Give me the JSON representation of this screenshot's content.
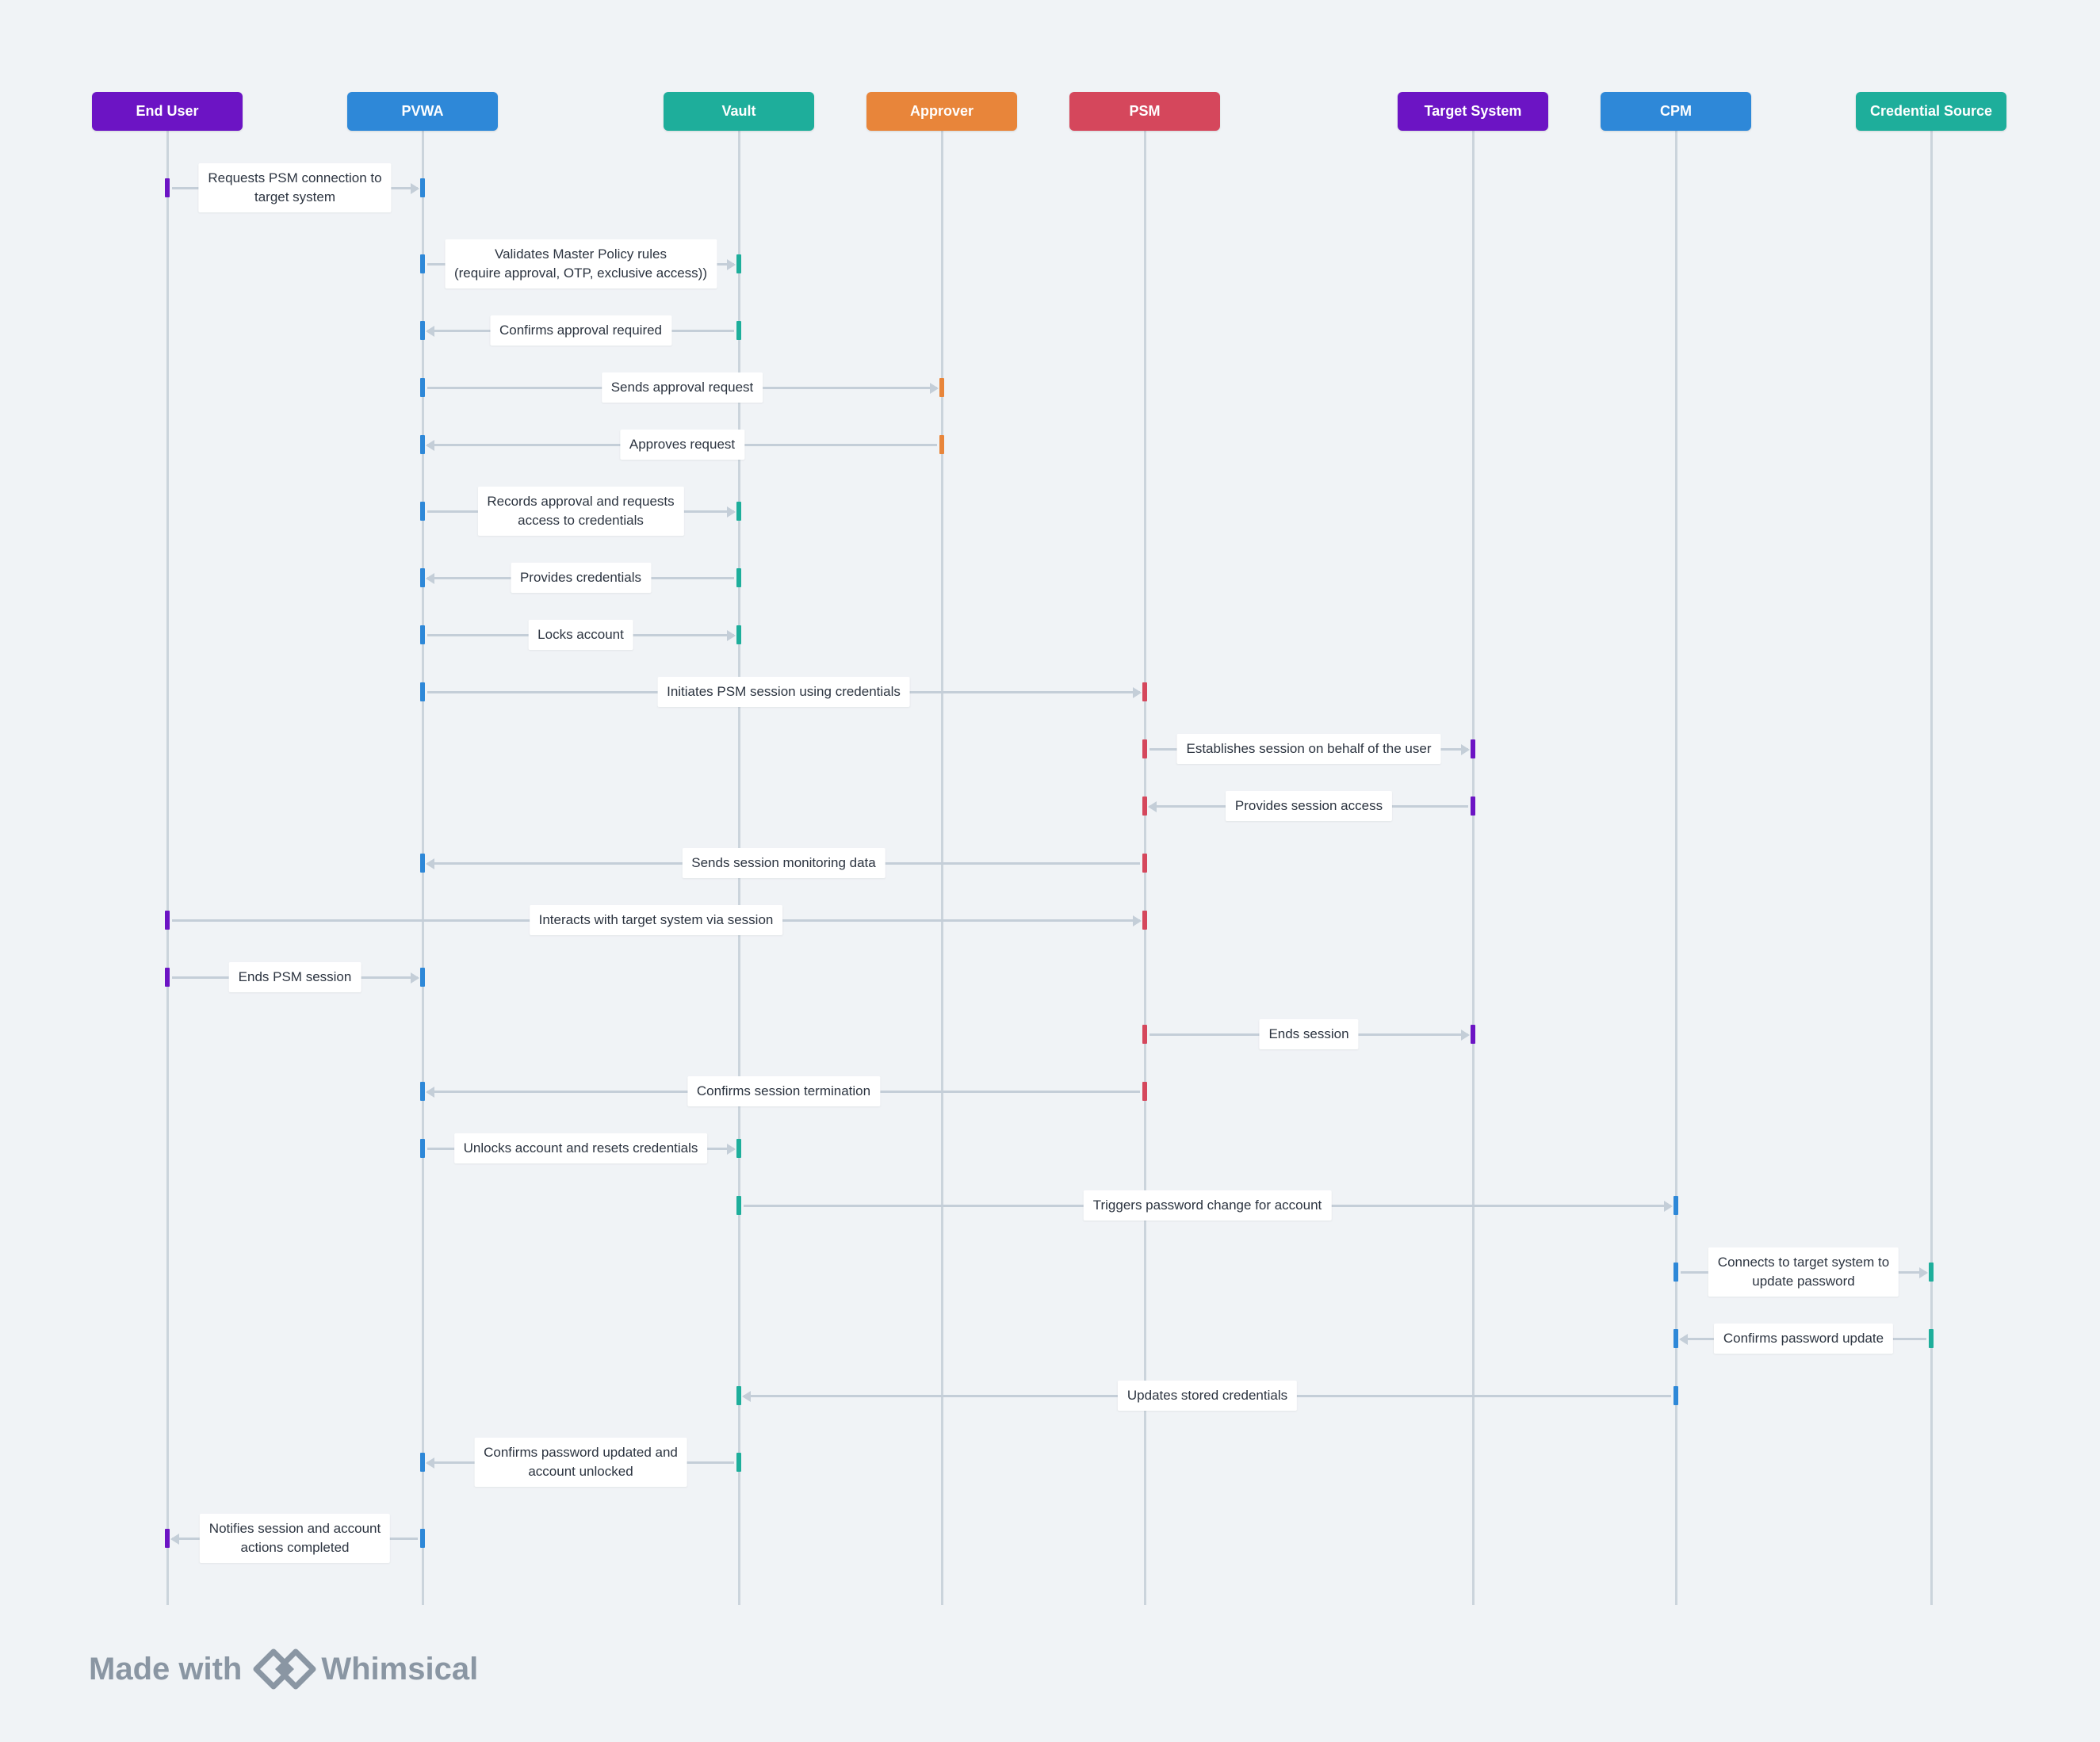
{
  "actors": [
    {
      "name": "End User",
      "color": "#6c14c4"
    },
    {
      "name": "PVWA",
      "color": "#2e88d8"
    },
    {
      "name": "Vault",
      "color": "#1eae9b"
    },
    {
      "name": "Approver",
      "color": "#e8853a"
    },
    {
      "name": "PSM",
      "color": "#d5475c"
    },
    {
      "name": "Target System",
      "color": "#6c14c4"
    },
    {
      "name": "CPM",
      "color": "#2e88d8"
    },
    {
      "name": "Credential Source",
      "color": "#1eae9b"
    }
  ],
  "messages": [
    {
      "from": 0,
      "to": 1,
      "text": "Requests PSM connection to\ntarget system"
    },
    {
      "from": 1,
      "to": 2,
      "text": "Validates Master Policy rules\n(require approval, OTP, exclusive access))"
    },
    {
      "from": 2,
      "to": 1,
      "text": "Confirms approval required"
    },
    {
      "from": 1,
      "to": 3,
      "text": "Sends approval request"
    },
    {
      "from": 3,
      "to": 1,
      "text": "Approves request"
    },
    {
      "from": 1,
      "to": 2,
      "text": "Records approval and requests\naccess to credentials"
    },
    {
      "from": 2,
      "to": 1,
      "text": "Provides credentials"
    },
    {
      "from": 1,
      "to": 2,
      "text": "Locks account"
    },
    {
      "from": 1,
      "to": 4,
      "text": "Initiates PSM session using credentials"
    },
    {
      "from": 4,
      "to": 5,
      "text": "Establishes session on behalf of the user"
    },
    {
      "from": 5,
      "to": 4,
      "text": "Provides session access"
    },
    {
      "from": 4,
      "to": 1,
      "text": "Sends session monitoring data"
    },
    {
      "from": 0,
      "to": 4,
      "text": "Interacts with target system via session"
    },
    {
      "from": 0,
      "to": 1,
      "text": "Ends PSM session"
    },
    {
      "from": 4,
      "to": 5,
      "text": "Ends session"
    },
    {
      "from": 4,
      "to": 1,
      "text": "Confirms session termination"
    },
    {
      "from": 1,
      "to": 2,
      "text": "Unlocks account and resets credentials"
    },
    {
      "from": 2,
      "to": 6,
      "text": "Triggers password change for account"
    },
    {
      "from": 6,
      "to": 7,
      "text": "Connects to target system to\nupdate password"
    },
    {
      "from": 7,
      "to": 6,
      "text": "Confirms password update"
    },
    {
      "from": 6,
      "to": 2,
      "text": "Updates stored credentials"
    },
    {
      "from": 2,
      "to": 1,
      "text": "Confirms password updated and\naccount unlocked"
    },
    {
      "from": 1,
      "to": 0,
      "text": "Notifies session and account\nactions completed"
    }
  ],
  "footer": {
    "made_with": "Made with",
    "brand": "Whimsical"
  }
}
